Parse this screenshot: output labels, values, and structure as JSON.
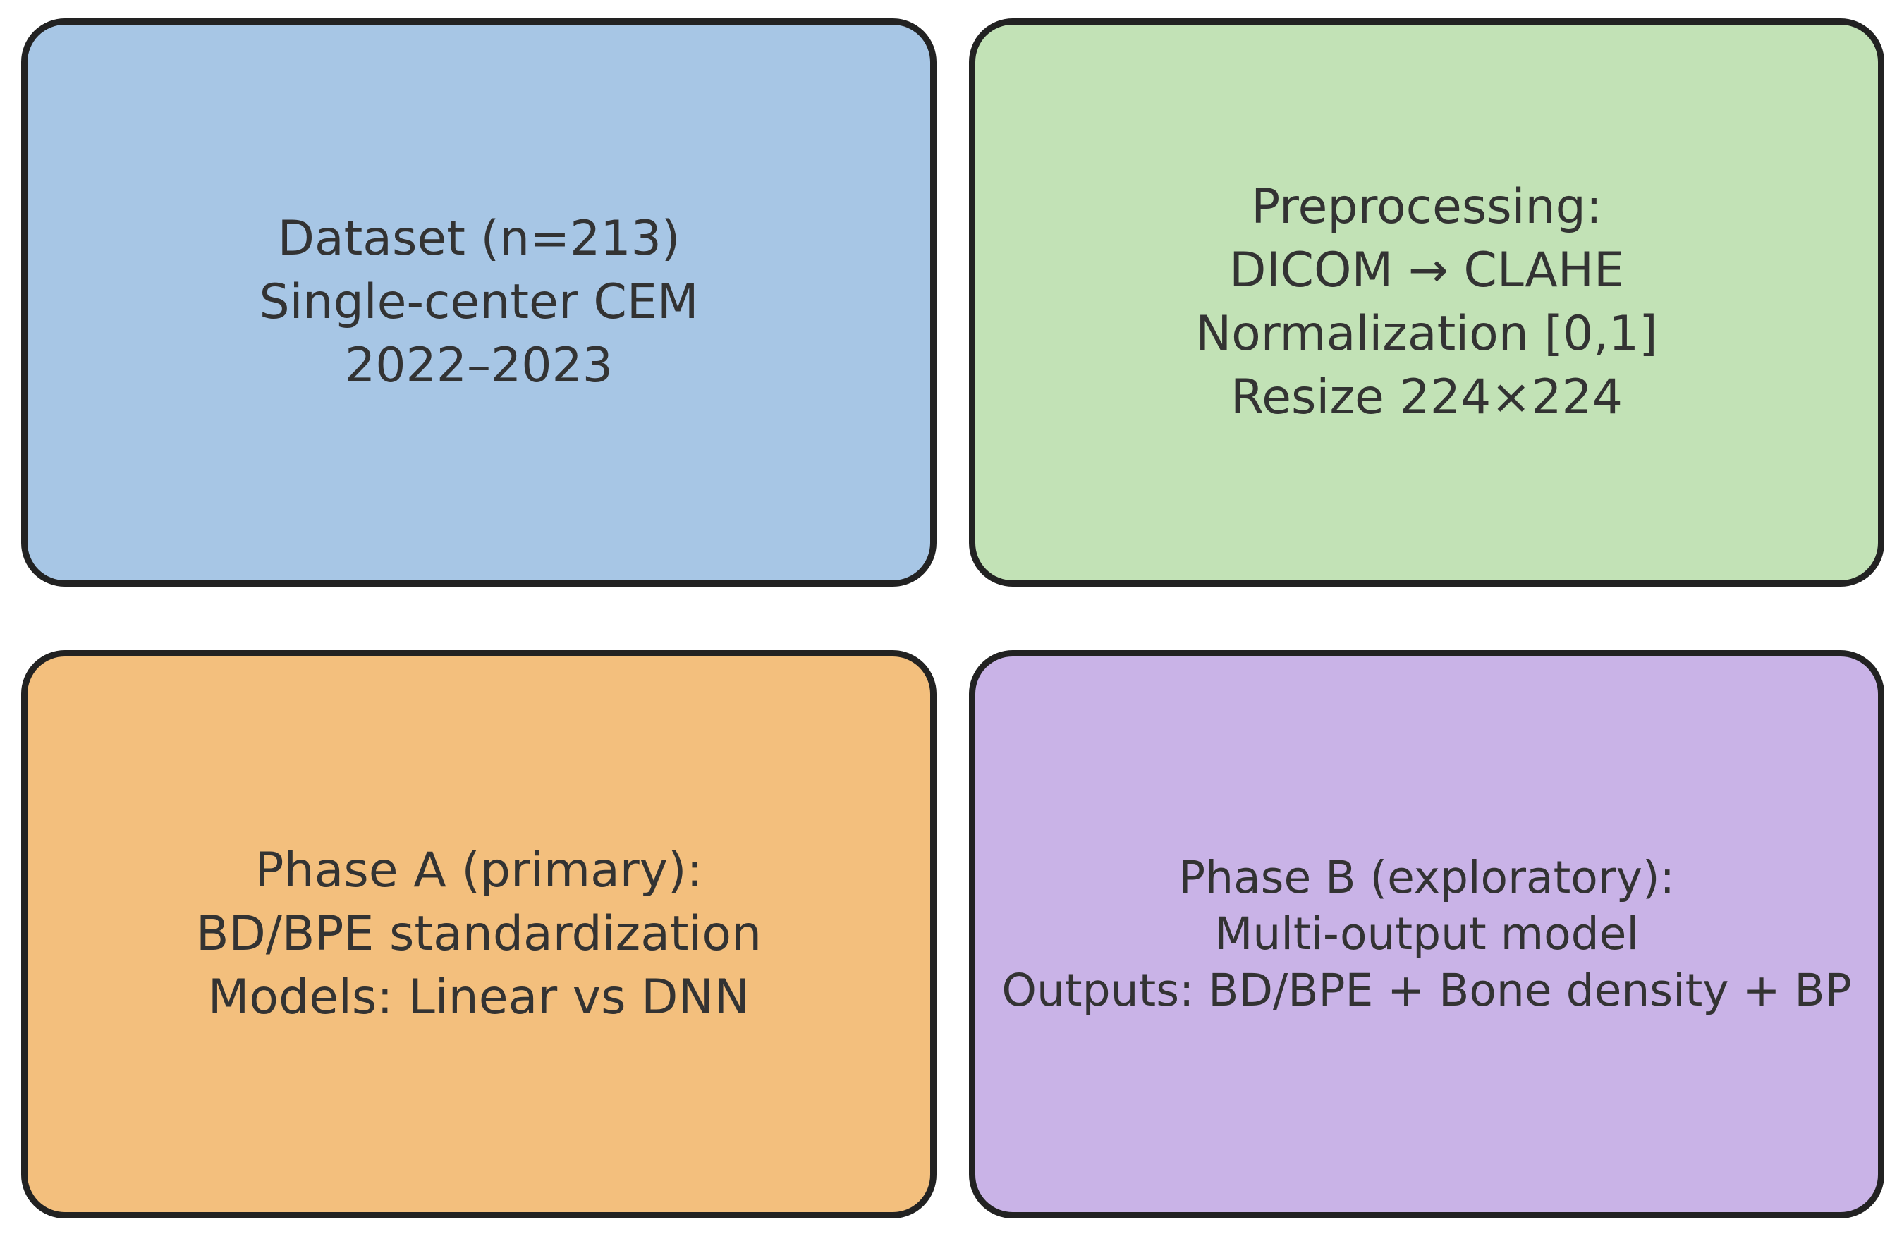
{
  "boxes": [
    {
      "id": "dataset",
      "color": "#a7c6e5",
      "lines": [
        "Dataset (n=213)",
        "Single-center CEM",
        "2022–2023"
      ]
    },
    {
      "id": "preprocessing",
      "color": "#c2e2b6",
      "lines": [
        "Preprocessing:",
        "DICOM → CLAHE",
        "Normalization [0,1]",
        "Resize 224×224"
      ]
    },
    {
      "id": "phase-a",
      "color": "#f3bf7d",
      "lines": [
        "Phase A (primary):",
        "BD/BPE standardization",
        "Models: Linear vs DNN"
      ]
    },
    {
      "id": "phase-b",
      "color": "#c9b3e7",
      "lines": [
        "Phase B (exploratory):",
        "Multi-output model",
        "Outputs: BD/BPE + Bone density + BP"
      ]
    }
  ]
}
